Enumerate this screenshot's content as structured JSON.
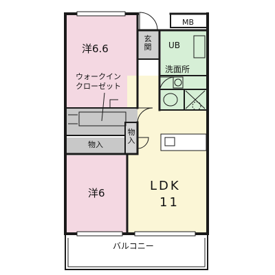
{
  "floorplan": {
    "rooms": {
      "western_room_1": "洋6.6",
      "walk_in_closet_line1": "ウォークイン",
      "walk_in_closet_line2": "クローゼット",
      "storage_horizontal": "物入",
      "storage_vertical": "物入",
      "western_room_2": "洋6",
      "ldk_line1": "LDK",
      "ldk_line2": "11",
      "entrance": "玄関",
      "unit_bath": "UB",
      "washroom": "洗面所",
      "meter_box": "MB",
      "balcony": "バルコニー"
    },
    "colors": {
      "western_room": "#f4d8e2",
      "ldk": "#fbf6d6",
      "wet_area": "#d6efd6",
      "closet": "#c8c8c8",
      "entrance": "#d0d0d0",
      "wall": "#1a1a1a"
    }
  }
}
